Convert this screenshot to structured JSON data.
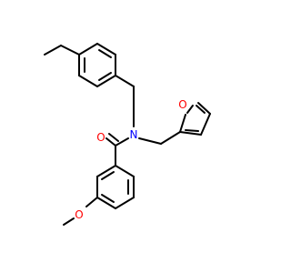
{
  "structure": {
    "colors": {
      "bond": "#000000",
      "oxygen": "#ff0000",
      "nitrogen": "#0000ff",
      "background": "#ffffff"
    },
    "atoms": {
      "carbonyl_oxygen": {
        "label": "O",
        "element": "O"
      },
      "amide_nitrogen": {
        "label": "N",
        "element": "N"
      },
      "furan_oxygen": {
        "label": "O",
        "element": "O"
      },
      "methoxy_oxygen": {
        "label": "O",
        "element": "O"
      }
    }
  }
}
